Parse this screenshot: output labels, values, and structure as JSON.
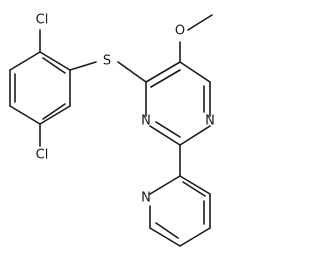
{
  "molecule": {
    "atoms": {
      "cl_top": "Cl",
      "s_thioether": "S",
      "o_methoxy": "O",
      "n_pyrimidine_1": "N",
      "n_pyrimidine_3": "N",
      "cl_bottom": "Cl",
      "n_pyridine": "N"
    }
  }
}
